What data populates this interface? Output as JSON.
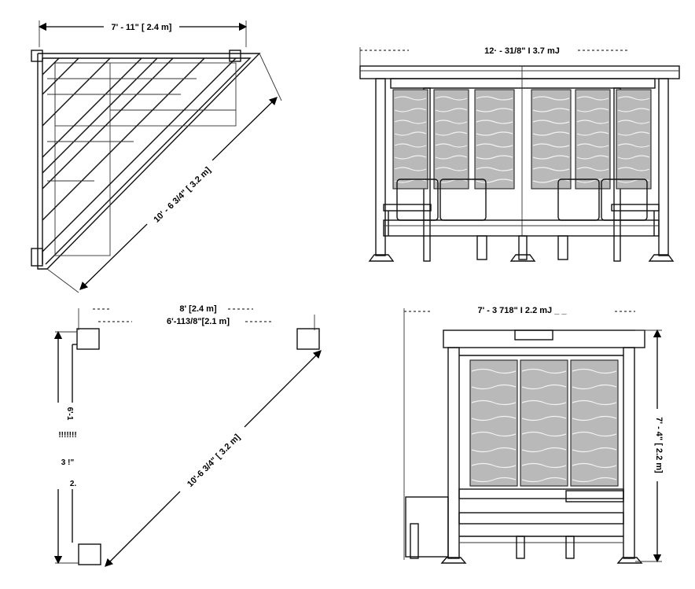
{
  "views": {
    "top_plan": {
      "width_label": "7' - 11\" [ 2.4 m]",
      "diagonal_label": "10' - 6 3/4\" [ 3.2 m]"
    },
    "front_elevation": {
      "width_label": "12· - 31/8\" I 3.7 mJ"
    },
    "footprint": {
      "outer_label": "8' [2.4 m]",
      "inner_label": "6'-113/8\"[2.1 m]",
      "side_label_lines": [
        "6'-1",
        "!!!!!!!",
        "3   !\"",
        "2."
      ],
      "diagonal_label": "10'-6 3/4\" [ 3.2 m]"
    },
    "side_elevation": {
      "width_label": "7' - 3 718\" I 2.2 mJ  _ _",
      "height_label": "7' - 4\" [ 2.2 m]"
    }
  }
}
